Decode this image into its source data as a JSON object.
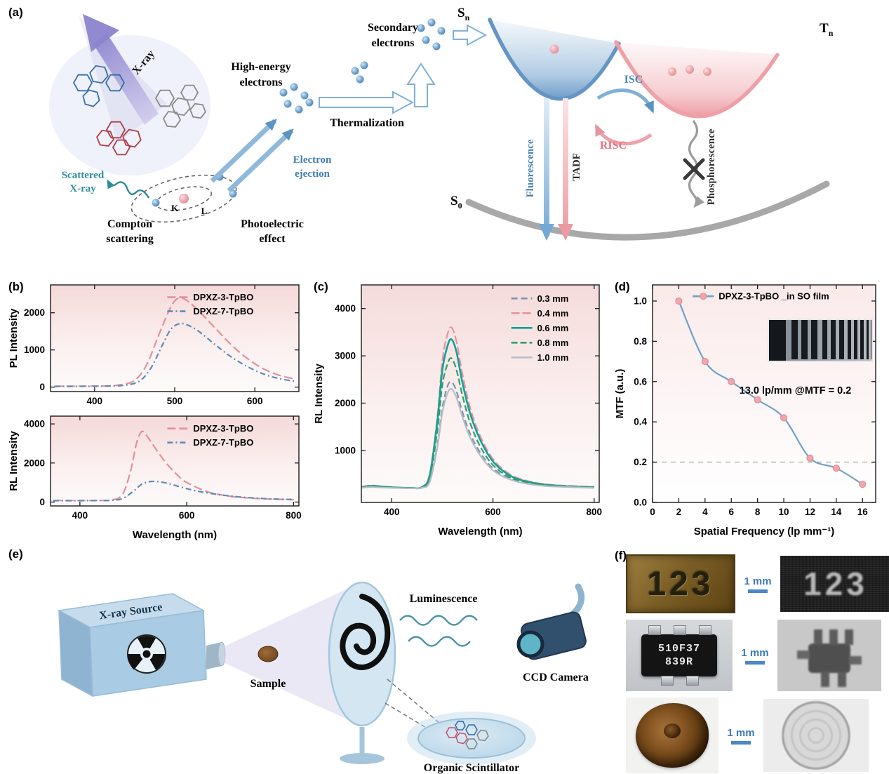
{
  "figure": {
    "panels": {
      "a": "(a)",
      "b": "(b)",
      "c": "(c)",
      "d": "(d)",
      "e": "(e)",
      "f": "(f)"
    }
  },
  "panel_a": {
    "xray": "X-ray",
    "scattered": [
      "Scattered",
      "X-ray"
    ],
    "compton": [
      "Compton",
      "scattering"
    ],
    "photoelectric": [
      "Photoelectric",
      "effect"
    ],
    "ejection": [
      "Electron",
      "ejection"
    ],
    "high_energy": [
      "High-energy",
      "electrons"
    ],
    "thermalization": "Thermalization",
    "secondary": [
      "Secondary",
      "electrons"
    ],
    "k": "K",
    "l": "L",
    "sn": {
      "base": "S",
      "sub": "n"
    },
    "tn": {
      "base": "T",
      "sub": "n"
    },
    "s0": {
      "base": "S",
      "sub": "0"
    },
    "fluorescence": "Fluorescence",
    "tadf": "TADF",
    "isc": "ISC",
    "risc": "RISC",
    "phosphorescence": "Phosphorescence",
    "colors": {
      "teal": "#2E8B9A",
      "blue": "#3F7FB5",
      "pink": "#E8737E",
      "purple": "#8C84CE"
    }
  },
  "panel_e": {
    "source": "X-ray Source",
    "sample": "Sample",
    "luminescence": "Luminescence",
    "camera": "CCD Camera",
    "scintillator": "Organic Scintillator"
  },
  "panel_f": {
    "rows": [
      {
        "photo_text": "123",
        "scale": "1 mm"
      },
      {
        "chip_line1": "510F37",
        "chip_line2": "839R",
        "scale": "1 mm"
      },
      {
        "scale": "1 mm"
      }
    ]
  },
  "chart_data": [
    {
      "id": "b1",
      "type": "line",
      "ylabel": "PL Intensity",
      "xlim": [
        345,
        655
      ],
      "ylim": [
        -120,
        2750
      ],
      "xticks": [
        [
          400,
          "400"
        ],
        [
          500,
          "500"
        ],
        [
          600,
          "600"
        ]
      ],
      "yticks": [
        [
          0,
          "0"
        ],
        [
          1000,
          "1000"
        ],
        [
          2000,
          "2000"
        ]
      ],
      "series": [
        {
          "name": "DPXZ-3-TpBO",
          "color": "#E2909A",
          "dash": "12,5",
          "x": [
            350,
            380,
            410,
            430,
            450,
            465,
            480,
            495,
            505,
            515,
            530,
            550,
            570,
            590,
            610,
            630,
            650
          ],
          "y": [
            25,
            25,
            30,
            55,
            180,
            600,
            1400,
            2150,
            2400,
            2330,
            2050,
            1600,
            1150,
            780,
            500,
            320,
            220
          ]
        },
        {
          "name": "DPXZ-7-TpBO",
          "color": "#5C8CB8",
          "dash": "8,4,2,4",
          "x": [
            350,
            380,
            410,
            435,
            455,
            470,
            485,
            495,
            505,
            515,
            530,
            550,
            570,
            590,
            610,
            630,
            650
          ],
          "y": [
            20,
            20,
            25,
            45,
            150,
            500,
            1150,
            1550,
            1700,
            1680,
            1500,
            1150,
            820,
            560,
            360,
            230,
            160
          ]
        }
      ]
    },
    {
      "id": "b2",
      "type": "line",
      "ylabel": "RL Intensity",
      "xlabel": "Wavelength (nm)",
      "xlim": [
        345,
        810
      ],
      "ylim": [
        -200,
        4400
      ],
      "xticks": [
        [
          400,
          "400"
        ],
        [
          600,
          "600"
        ],
        [
          800,
          "800"
        ]
      ],
      "yticks": [
        [
          0,
          "0"
        ],
        [
          2000,
          "2000"
        ],
        [
          4000,
          "4000"
        ]
      ],
      "series": [
        {
          "name": "DPXZ-3-TpBO",
          "color": "#E2909A",
          "dash": "12,5",
          "x": [
            350,
            390,
            430,
            460,
            480,
            495,
            505,
            515,
            525,
            540,
            560,
            580,
            600,
            640,
            680,
            720,
            760,
            800
          ],
          "y": [
            80,
            80,
            85,
            110,
            400,
            1600,
            2900,
            3600,
            3400,
            2800,
            2050,
            1450,
            1000,
            520,
            300,
            200,
            150,
            120
          ]
        },
        {
          "name": "DPXZ-7-TpBO",
          "color": "#5C8CB8",
          "dash": "8,4,2,4",
          "x": [
            350,
            390,
            430,
            460,
            480,
            500,
            515,
            530,
            545,
            565,
            590,
            620,
            660,
            700,
            750,
            800
          ],
          "y": [
            70,
            70,
            75,
            90,
            180,
            550,
            900,
            1040,
            1050,
            950,
            760,
            560,
            380,
            260,
            170,
            130
          ]
        }
      ]
    },
    {
      "id": "c",
      "type": "line",
      "ylabel": "RL Intensity",
      "xlabel": "Wavelength (nm)",
      "xlim": [
        340,
        810
      ],
      "ylim": [
        -100,
        4500
      ],
      "xticks": [
        [
          400,
          "400"
        ],
        [
          600,
          "600"
        ],
        [
          800,
          "800"
        ]
      ],
      "yticks": [
        [
          1000,
          "1000"
        ],
        [
          2000,
          "2000"
        ],
        [
          3000,
          "3000"
        ],
        [
          4000,
          "4000"
        ]
      ],
      "series": [
        {
          "name": "0.3 mm",
          "color": "#7E95AF",
          "dash": "9,5",
          "x": [
            340,
            360,
            380,
            400,
            420,
            440,
            460,
            475,
            490,
            500,
            510,
            518,
            528,
            540,
            555,
            575,
            600,
            630,
            660,
            700,
            750,
            800
          ],
          "y": [
            210,
            230,
            220,
            210,
            205,
            200,
            210,
            350,
            1100,
            1900,
            2350,
            2450,
            2250,
            1800,
            1350,
            950,
            620,
            420,
            330,
            260,
            230,
            210
          ]
        },
        {
          "name": "0.4 mm",
          "color": "#E9949C",
          "dash": "12,4",
          "x": [
            340,
            360,
            380,
            400,
            420,
            440,
            460,
            475,
            490,
            500,
            510,
            518,
            528,
            540,
            555,
            575,
            600,
            630,
            660,
            700,
            750,
            800
          ],
          "y": [
            230,
            260,
            240,
            225,
            215,
            210,
            230,
            500,
            1700,
            2900,
            3450,
            3600,
            3300,
            2600,
            1900,
            1300,
            820,
            520,
            380,
            290,
            250,
            230
          ]
        },
        {
          "name": "0.6 mm",
          "color": "#12A19A",
          "width": 2.6,
          "x": [
            340,
            360,
            380,
            400,
            420,
            440,
            460,
            475,
            490,
            500,
            510,
            518,
            528,
            540,
            555,
            575,
            600,
            630,
            660,
            700,
            750,
            800
          ],
          "y": [
            220,
            250,
            235,
            220,
            210,
            205,
            225,
            470,
            1600,
            2700,
            3200,
            3350,
            3080,
            2420,
            1780,
            1220,
            770,
            490,
            360,
            280,
            240,
            220
          ]
        },
        {
          "name": "0.8 mm",
          "color": "#2FA06A",
          "dash": "9,4",
          "x": [
            340,
            360,
            380,
            400,
            420,
            440,
            460,
            475,
            490,
            500,
            510,
            518,
            528,
            540,
            555,
            575,
            600,
            630,
            660,
            700,
            750,
            800
          ],
          "y": [
            215,
            240,
            228,
            215,
            208,
            202,
            218,
            430,
            1400,
            2380,
            2820,
            2950,
            2700,
            2150,
            1580,
            1080,
            690,
            450,
            340,
            270,
            235,
            215
          ]
        },
        {
          "name": "1.0 mm",
          "color": "#B6BEC6",
          "x": [
            340,
            360,
            380,
            400,
            420,
            440,
            460,
            475,
            490,
            500,
            510,
            518,
            528,
            540,
            555,
            575,
            600,
            630,
            660,
            700,
            750,
            800
          ],
          "y": [
            210,
            225,
            215,
            208,
            202,
            198,
            210,
            330,
            1050,
            1800,
            2200,
            2300,
            2120,
            1700,
            1270,
            890,
            580,
            400,
            310,
            250,
            225,
            205
          ]
        }
      ]
    },
    {
      "id": "d",
      "type": "scatter-line",
      "ylabel": "MTF (a.u.)",
      "xlabel": "Spatial Frequency (lp mm⁻¹)",
      "xlim": [
        0,
        17
      ],
      "ylim": [
        0,
        1.08
      ],
      "xticks": [
        [
          0,
          "0"
        ],
        [
          2,
          "2"
        ],
        [
          4,
          "4"
        ],
        [
          6,
          "6"
        ],
        [
          8,
          "8"
        ],
        [
          10,
          "10"
        ],
        [
          12,
          "12"
        ],
        [
          14,
          "14"
        ],
        [
          16,
          "16"
        ]
      ],
      "yticks": [
        [
          0,
          "0.0"
        ],
        [
          0.2,
          "0.2"
        ],
        [
          0.4,
          "0.4"
        ],
        [
          0.6,
          "0.6"
        ],
        [
          0.8,
          "0.8"
        ],
        [
          1,
          "1.0"
        ]
      ],
      "hline": {
        "y": 0.2,
        "color": "#BDBDBD",
        "dash": "7,6"
      },
      "annotation": "13.0 lp/mm @MTF = 0.2",
      "series": [
        {
          "name": "DPXZ-3-TpBO _in SO film",
          "color": "#70A1C7",
          "marker": true,
          "marker_color": "#F2A6AC",
          "marker_stroke": "#DE8F97",
          "x": [
            2,
            4,
            6,
            8,
            10,
            12,
            14,
            16
          ],
          "y": [
            1.0,
            0.7,
            0.6,
            0.51,
            0.42,
            0.22,
            0.17,
            0.09
          ]
        }
      ]
    }
  ]
}
